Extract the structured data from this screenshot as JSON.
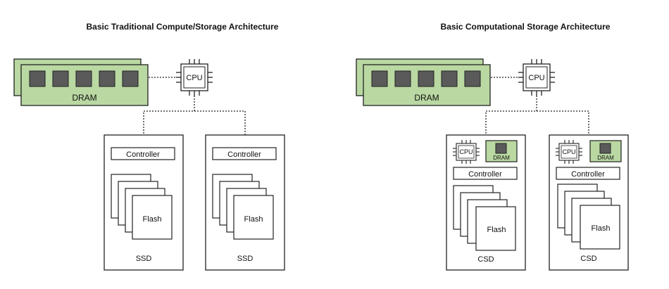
{
  "colors": {
    "dram_fill": "#b9d8a2",
    "dram_chip": "#5a5a5a",
    "stroke": "#222222",
    "background": "#ffffff"
  },
  "diagrams": [
    {
      "title": "Basic Traditional Compute/Storage Architecture",
      "host": {
        "memory_label": "DRAM",
        "processor_label": "CPU"
      },
      "drives": [
        {
          "controller_label": "Controller",
          "media_label": "Flash",
          "drive_label": "SSD"
        },
        {
          "controller_label": "Controller",
          "media_label": "Flash",
          "drive_label": "SSD"
        }
      ]
    },
    {
      "title": "Basic Computational Storage Architecture",
      "host": {
        "memory_label": "DRAM",
        "processor_label": "CPU"
      },
      "drives": [
        {
          "cpu_label": "CPU",
          "dram_label": "DRAM",
          "controller_label": "Controller",
          "media_label": "Flash",
          "drive_label": "CSD"
        },
        {
          "cpu_label": "CPU",
          "dram_label": "DRAM",
          "controller_label": "Controller",
          "media_label": "Flash",
          "drive_label": "CSD"
        }
      ]
    }
  ]
}
